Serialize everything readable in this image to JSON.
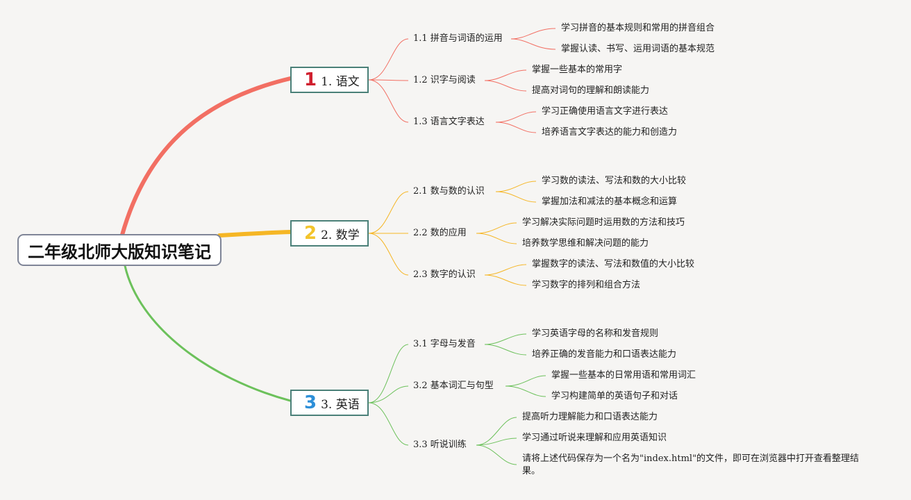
{
  "root": {
    "label": "二年级北师大版知识笔记"
  },
  "branches": [
    {
      "label": "1. 语文",
      "number": "1",
      "color": "#f26f63",
      "subs": [
        {
          "label": "1.1 拼音与词语的运用",
          "items": [
            "学习拼音的基本规则和常用的拼音组合",
            "掌握认读、书写、运用词语的基本规范"
          ]
        },
        {
          "label": "1.2 识字与阅读",
          "items": [
            "掌握一些基本的常用字",
            "提高对词句的理解和朗读能力"
          ]
        },
        {
          "label": "1.3 语言文字表达",
          "items": [
            "学习正确使用语言文字进行表达",
            "培养语言文字表达的能力和创造力"
          ]
        }
      ]
    },
    {
      "label": "2. 数学",
      "number": "2",
      "color": "#f5b625",
      "subs": [
        {
          "label": "2.1 数与数的认识",
          "items": [
            "学习数的读法、写法和数的大小比较",
            "掌握加法和减法的基本概念和运算"
          ]
        },
        {
          "label": "2.2 数的应用",
          "items": [
            "学习解决实际问题时运用数的方法和技巧",
            "培养数学思维和解决问题的能力"
          ]
        },
        {
          "label": "2.3 数字的认识",
          "items": [
            "掌握数字的读法、写法和数值的大小比较",
            "学习数字的排列和组合方法"
          ]
        }
      ]
    },
    {
      "label": "3. 英语",
      "number": "3",
      "color": "#6cc15b",
      "subs": [
        {
          "label": "3.1 字母与发音",
          "items": [
            "学习英语字母的名称和发音规则",
            "培养正确的发音能力和口语表达能力"
          ]
        },
        {
          "label": "3.2 基本词汇与句型",
          "items": [
            "掌握一些基本的日常用语和常用词汇",
            "学习构建简单的英语句子和对话"
          ]
        },
        {
          "label": "3.3 听说训练",
          "items": [
            "提高听力理解能力和口语表达能力",
            "学习通过听说来理解和应用英语知识",
            "请将上述代码保存为一个名为\"index.html\"的文件，即可在浏览器中打开查看整理结果。"
          ]
        }
      ]
    }
  ],
  "icon_colors": {
    "1": "#d0202f",
    "2": "#f3c42c",
    "3": "#2d8fd8"
  }
}
